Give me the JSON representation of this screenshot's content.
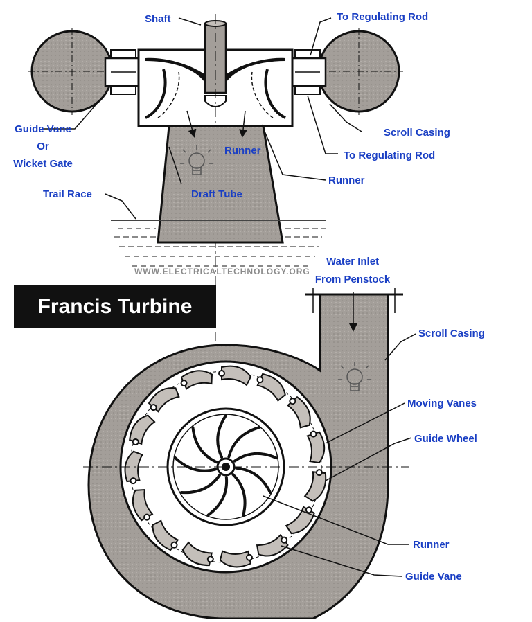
{
  "title": "Francis Turbine",
  "watermark": "WWW.ELECTRICALTECHNOLOGY.ORG",
  "colors": {
    "label": "#1a3fc4",
    "casing": "#a39e99",
    "line": "#111111",
    "water": "#444444",
    "title_bg": "#111111",
    "title_fg": "#ffffff",
    "watermark": "#8a8a8a"
  },
  "icons": [
    "lightbulb-icon"
  ],
  "labels": {
    "shaft": "Shaft",
    "regulating_rod_top": "To Regulating Rod",
    "guide_vane_1": "Guide Vane",
    "guide_vane_2": "Or",
    "guide_vane_3": "Wicket Gate",
    "scroll_casing_top": "Scroll Casing",
    "runner_inner": "Runner",
    "regulating_rod_mid": "To Regulating Rod",
    "runner_right": "Runner",
    "trail_race": "Trail Race",
    "draft_tube": "Draft Tube",
    "water_inlet_1": "Water Inlet",
    "water_inlet_2": "From Penstock",
    "scroll_casing_bottom": "Scroll Casing",
    "moving_vanes": "Moving Vanes",
    "guide_wheel": "Guide Wheel",
    "runner_bottom": "Runner",
    "guide_vane_bottom": "Guide Vane"
  }
}
